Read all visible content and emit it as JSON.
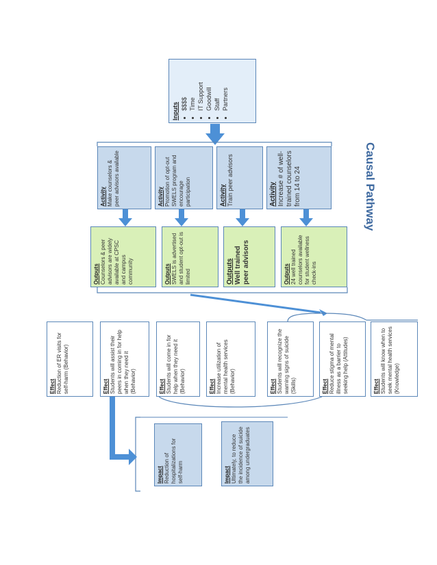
{
  "title": "Causal Pathway",
  "inputs": {
    "title": "Inputs",
    "items": [
      "$$$$",
      "Time",
      "IT Support",
      "Goodwill",
      "Staff",
      "Partners"
    ]
  },
  "activities": [
    {
      "title": "Activity",
      "text": "Increase # of well-trained counselors from 14 to 24"
    },
    {
      "title": "Activity",
      "text": "Train peer advisors"
    },
    {
      "title": "Activity",
      "text": "Promotion of opt-out SWELS program and encourage participation"
    },
    {
      "title": "Activity",
      "text": "Make counselors & peer advisors available"
    }
  ],
  "outputs": [
    {
      "title": "Outputs",
      "text": "24 well trained counselors available for student wellness check-ins"
    },
    {
      "title": "Outputs",
      "text": "Well trained peer advisors"
    },
    {
      "title": "Outputs",
      "text": "SWELS is advertised and student opt-out is limited"
    },
    {
      "title": "Outputs",
      "text": "Counselors & peer advisors are widely available at CPSC and campus community"
    }
  ],
  "effects": [
    {
      "title": "Effect",
      "text": "Students will know when to seek mental health services (Knowledge)"
    },
    {
      "title": "Effect",
      "text": "Reduce stigma of mental illness as a barrier to seeking help (Attitudes)"
    },
    {
      "title": "Effect",
      "text": "Students will recognize the warning signs of suicide (Skills)"
    },
    {
      "title": "Effect",
      "text": "Increase utilization of mental health services (Behavior)"
    },
    {
      "title": "Effect",
      "text": "Students will come in for help when they need it (Behavior)"
    },
    {
      "title": "Effect",
      "text": "Students will assist their peers in coming in for help when they need it (Behavior)"
    },
    {
      "title": "Effect",
      "text": "Reduction of ER visits for self-harm (Behavior)"
    }
  ],
  "impacts": [
    {
      "title": "Impact",
      "text": "Ultimately, to reduce the incidence of suicide among undergraduates"
    },
    {
      "title": "Impact",
      "text": "Reduction of hospitalizations for self-harm"
    }
  ],
  "colors": {
    "border": "#5a86b8",
    "arrow": "#4d90d6",
    "inputs_fill": "#e3eef9",
    "activity_fill": "#c7d9ec",
    "outputs_fill": "#d9f0b8",
    "impact_fill": "#c7d9ec",
    "title": "#3f6aa0"
  }
}
